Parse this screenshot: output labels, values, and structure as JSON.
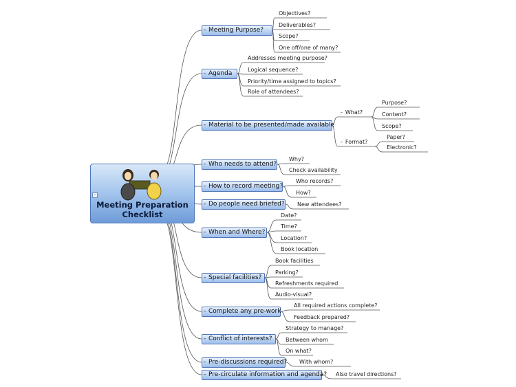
{
  "central": {
    "title": "Meeting Preparation\nChecklist",
    "collapse": "-"
  },
  "branches": [
    {
      "label": "Meeting Purpose?",
      "leaves": [
        "Objectives?",
        "Deliverables?",
        "Scope?",
        "One off/one of many?"
      ]
    },
    {
      "label": "Agenda",
      "leaves": [
        "Addresses meeting purpose?",
        "Logical sequence?",
        "Priority/time assigned to topics?",
        "Role of attendees?"
      ]
    },
    {
      "label": "Material to be presented/made available",
      "subs": [
        {
          "label": "What?",
          "leaves": [
            "Purpose?",
            "Content?",
            "Scope?"
          ]
        },
        {
          "label": "Format?",
          "leaves": [
            "Paper?",
            "Electronic?"
          ]
        }
      ]
    },
    {
      "label": "Who needs to attend?",
      "leaves": [
        "Why?",
        "Check availability"
      ]
    },
    {
      "label": "How to record meeting?",
      "leaves": [
        "Who records?",
        "How?"
      ]
    },
    {
      "label": "Do people need briefed?",
      "leaves": [
        "New attendees?"
      ]
    },
    {
      "label": "When and Where?",
      "leaves": [
        "Date?",
        "Time?",
        "Location?",
        "Book location"
      ]
    },
    {
      "label": "Special facilities?",
      "leaves": [
        "Book facilities",
        "Parking?",
        "Refreshments required",
        "Audio-visual?"
      ]
    },
    {
      "label": "Complete any pre-work",
      "leaves": [
        "All required actions complete?",
        "Feedback prepared?"
      ]
    },
    {
      "label": "Conflict of interests?",
      "leaves": [
        "Strategy to manage?",
        "Between whom",
        "On what?"
      ]
    },
    {
      "label": "Pre-discussions required?",
      "leaves": [
        "With whom?"
      ]
    },
    {
      "label": "Pre-circulate information and agenda?",
      "leaves": [
        "Also travel directions?"
      ]
    }
  ],
  "minus_glyph": "-",
  "colors": {
    "line": "#555555",
    "branch_border": "#4e76b8",
    "central_bottom": "#6e9bd8"
  }
}
